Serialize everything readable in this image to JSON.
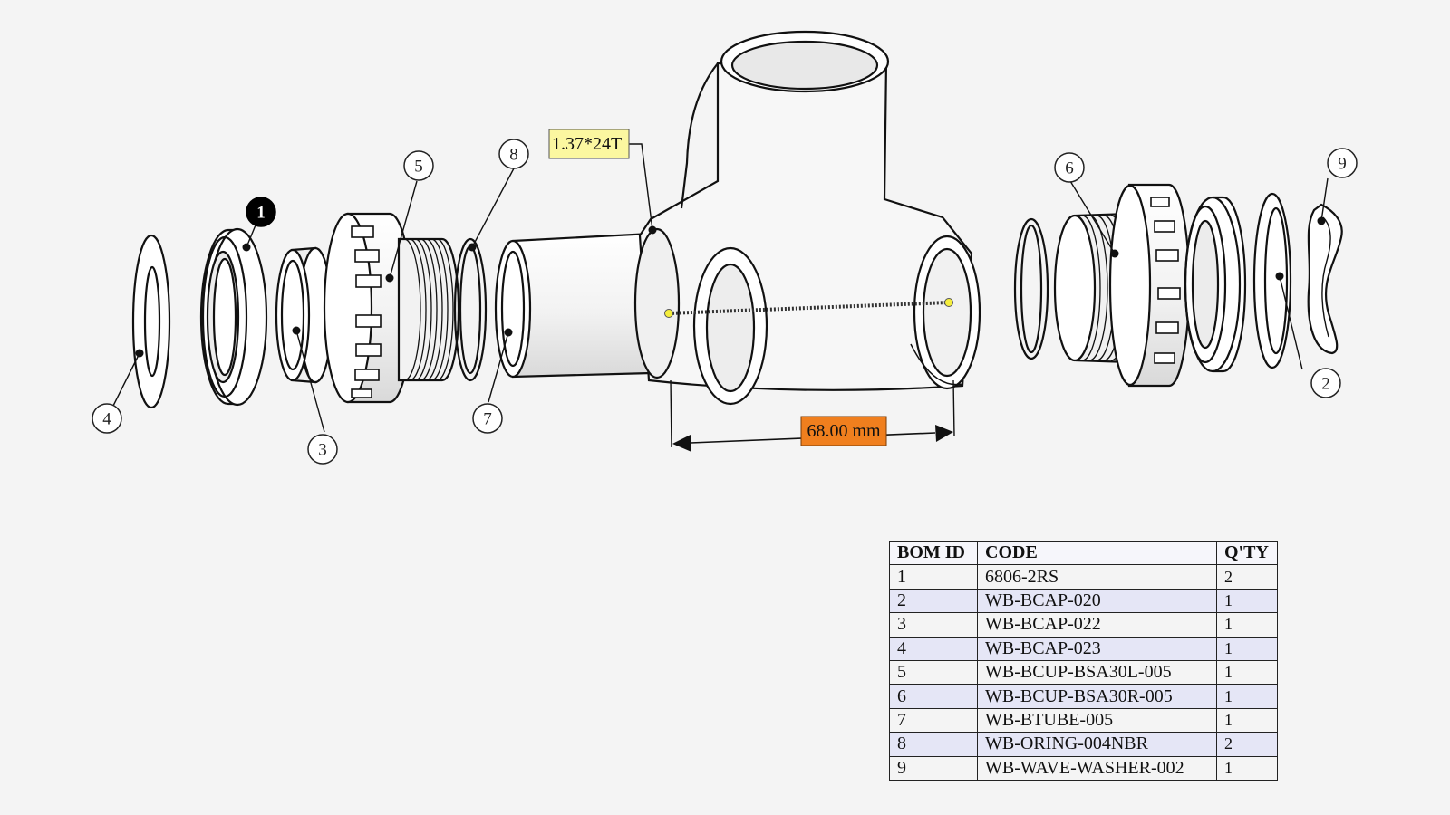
{
  "balloons": [
    "1",
    "2",
    "3",
    "4",
    "5",
    "6",
    "7",
    "8",
    "9"
  ],
  "selected_balloon": "1",
  "thread_callout": "1.37*24T",
  "dimension_label": "68.00 mm",
  "colors": {
    "dimension_bg": "#f07f1e",
    "callout_bg": "#fbf7a0",
    "row_alt_bg": "#e5e6f6",
    "selected_balloon": "#000000"
  },
  "bom": {
    "headers": [
      "BOM ID",
      "CODE",
      "Q'TY"
    ],
    "rows": [
      {
        "id": "1",
        "code": "6806-2RS",
        "qty": "2"
      },
      {
        "id": "2",
        "code": "WB-BCAP-020",
        "qty": "1"
      },
      {
        "id": "3",
        "code": "WB-BCAP-022",
        "qty": "1"
      },
      {
        "id": "4",
        "code": "WB-BCAP-023",
        "qty": "1"
      },
      {
        "id": "5",
        "code": "WB-BCUP-BSA30L-005",
        "qty": "1"
      },
      {
        "id": "6",
        "code": "WB-BCUP-BSA30R-005",
        "qty": "1"
      },
      {
        "id": "7",
        "code": "WB-BTUBE-005",
        "qty": "1"
      },
      {
        "id": "8",
        "code": "WB-ORING-004NBR",
        "qty": "2"
      },
      {
        "id": "9",
        "code": "WB-WAVE-WASHER-002",
        "qty": "1"
      }
    ]
  }
}
